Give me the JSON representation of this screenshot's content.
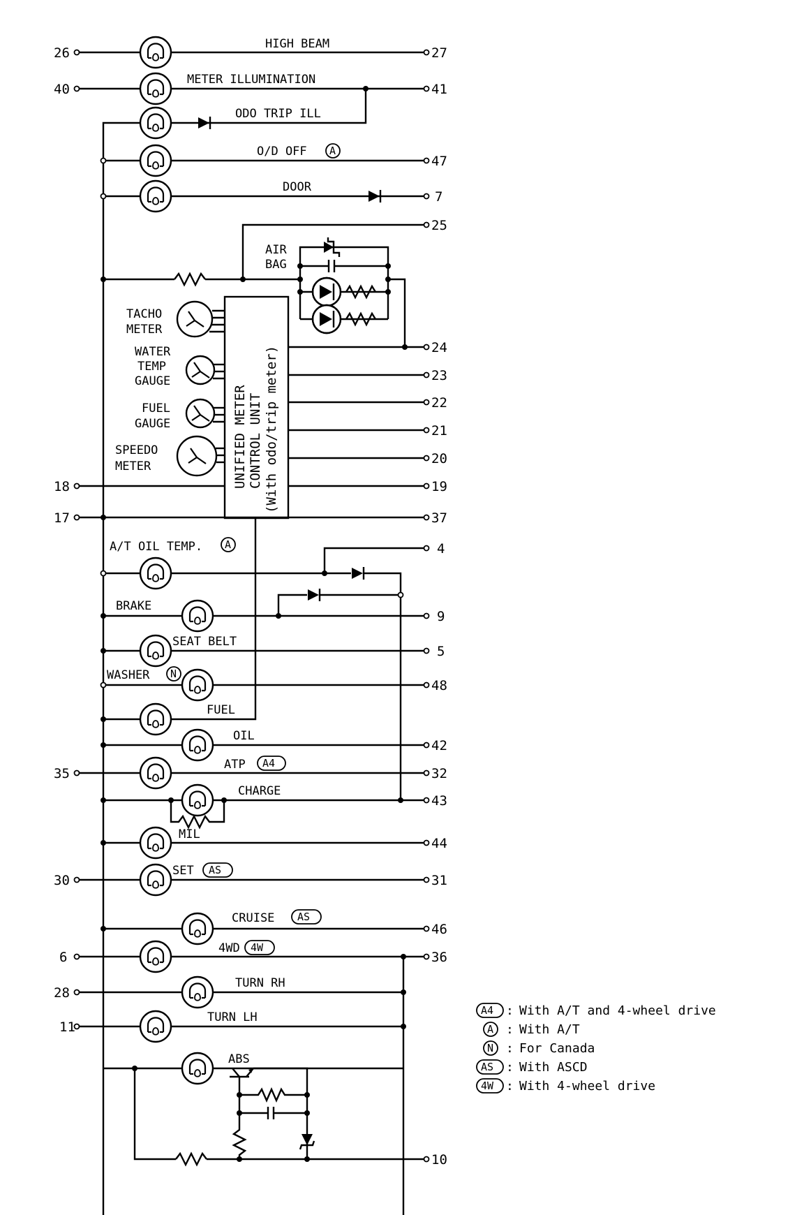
{
  "lamps": {
    "high_beam": "HIGH BEAM",
    "meter_illumination": "METER ILLUMINATION",
    "odo_trip_ill": "ODO TRIP ILL",
    "od_off": "O/D OFF",
    "door": "DOOR",
    "air_bag_1": "AIR",
    "air_bag_2": "BAG",
    "at_oil_temp": "A/T OIL TEMP.",
    "brake": "BRAKE",
    "seat_belt": "SEAT BELT",
    "washer": "WASHER",
    "fuel": "FUEL",
    "oil": "OIL",
    "atp": "ATP",
    "charge": "CHARGE",
    "mil": "MIL",
    "set": "SET",
    "cruise": "CRUISE",
    "fourwd": "4WD",
    "turn_rh": "TURN RH",
    "turn_lh": "TURN LH",
    "abs": "ABS"
  },
  "gauges": {
    "tacho_1": "TACHO",
    "tacho_2": "METER",
    "water_1": "WATER",
    "water_2": "TEMP",
    "water_3": "GAUGE",
    "fuel_1": "FUEL",
    "fuel_2": "GAUGE",
    "speedo_1": "SPEEDO",
    "speedo_2": "METER"
  },
  "control_unit": {
    "line1": "UNIFIED METER",
    "line2": "CONTROL UNIT",
    "line3": "(With odo/trip meter)"
  },
  "terminals": {
    "t26": "26",
    "t27": "27",
    "t40": "40",
    "t41": "41",
    "t47": "47",
    "t7": "7",
    "t25": "25",
    "t24": "24",
    "t23": "23",
    "t22": "22",
    "t21": "21",
    "t20": "20",
    "t18": "18",
    "t19": "19",
    "t17": "17",
    "t37": "37",
    "t4": "4",
    "t9": "9",
    "t5": "5",
    "t48": "48",
    "t42": "42",
    "t35": "35",
    "t32": "32",
    "t43": "43",
    "t44": "44",
    "t30": "30",
    "t31": "31",
    "t46": "46",
    "t6": "6",
    "t36": "36",
    "t28": "28",
    "t11": "11",
    "t10": "10"
  },
  "codes": {
    "A": "A",
    "N": "N",
    "A4": "A4",
    "AS": "AS",
    "4W": "4W"
  },
  "legend": {
    "a4": "With A/T and 4-wheel drive",
    "a": "With A/T",
    "n": "For Canada",
    "as": "With ASCD",
    "w4": "With 4-wheel drive"
  }
}
